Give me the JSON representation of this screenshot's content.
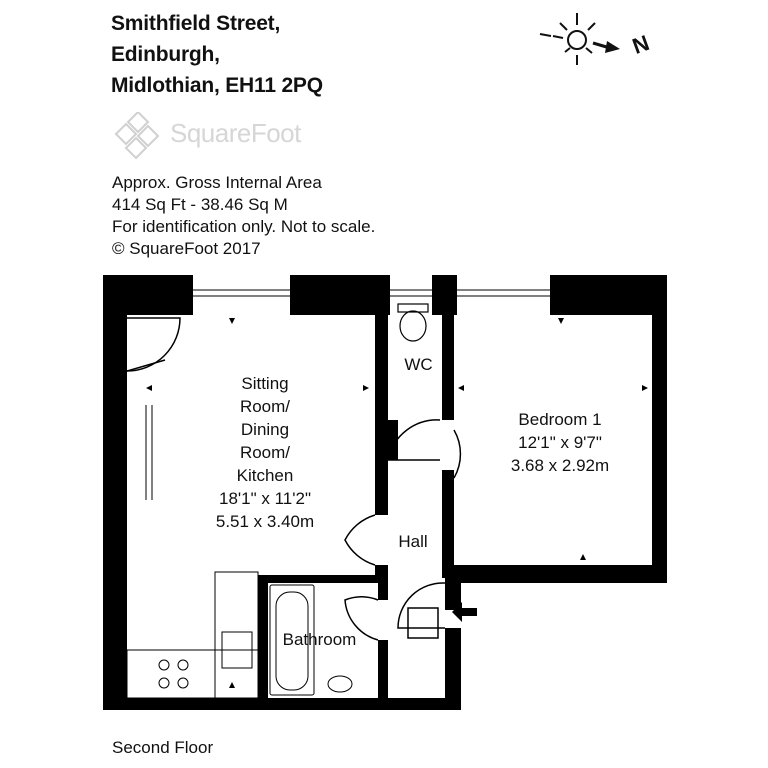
{
  "address": {
    "line1": "Smithfield Street,",
    "line2": "Edinburgh,",
    "line3": "Midlothian, EH11 2PQ"
  },
  "brand": {
    "name": "SquareFoot",
    "logo_icon": "squarefoot-logo-icon"
  },
  "area_info": {
    "line1": "Approx. Gross Internal Area",
    "line2": "414 Sq Ft  -  38.46 Sq M",
    "line3": "For identification only. Not to scale.",
    "line4": "© SquareFoot 2017"
  },
  "compass": {
    "icon": "sun-icon",
    "direction": "N"
  },
  "rooms": {
    "sitting": "Sitting\nRoom/\nDining\nRoom/\nKitchen\n18'1\" x 11'2\"\n5.51 x 3.40m",
    "wc": "WC",
    "bedroom": "Bedroom 1\n12'1\" x 9'7\"\n3.68 x 2.92m",
    "hall": "Hall",
    "bathroom": "Bathroom"
  },
  "floor_label": "Second Floor",
  "colors": {
    "wall": "#000000",
    "logo": "#d6d6d6",
    "text": "#111111"
  }
}
